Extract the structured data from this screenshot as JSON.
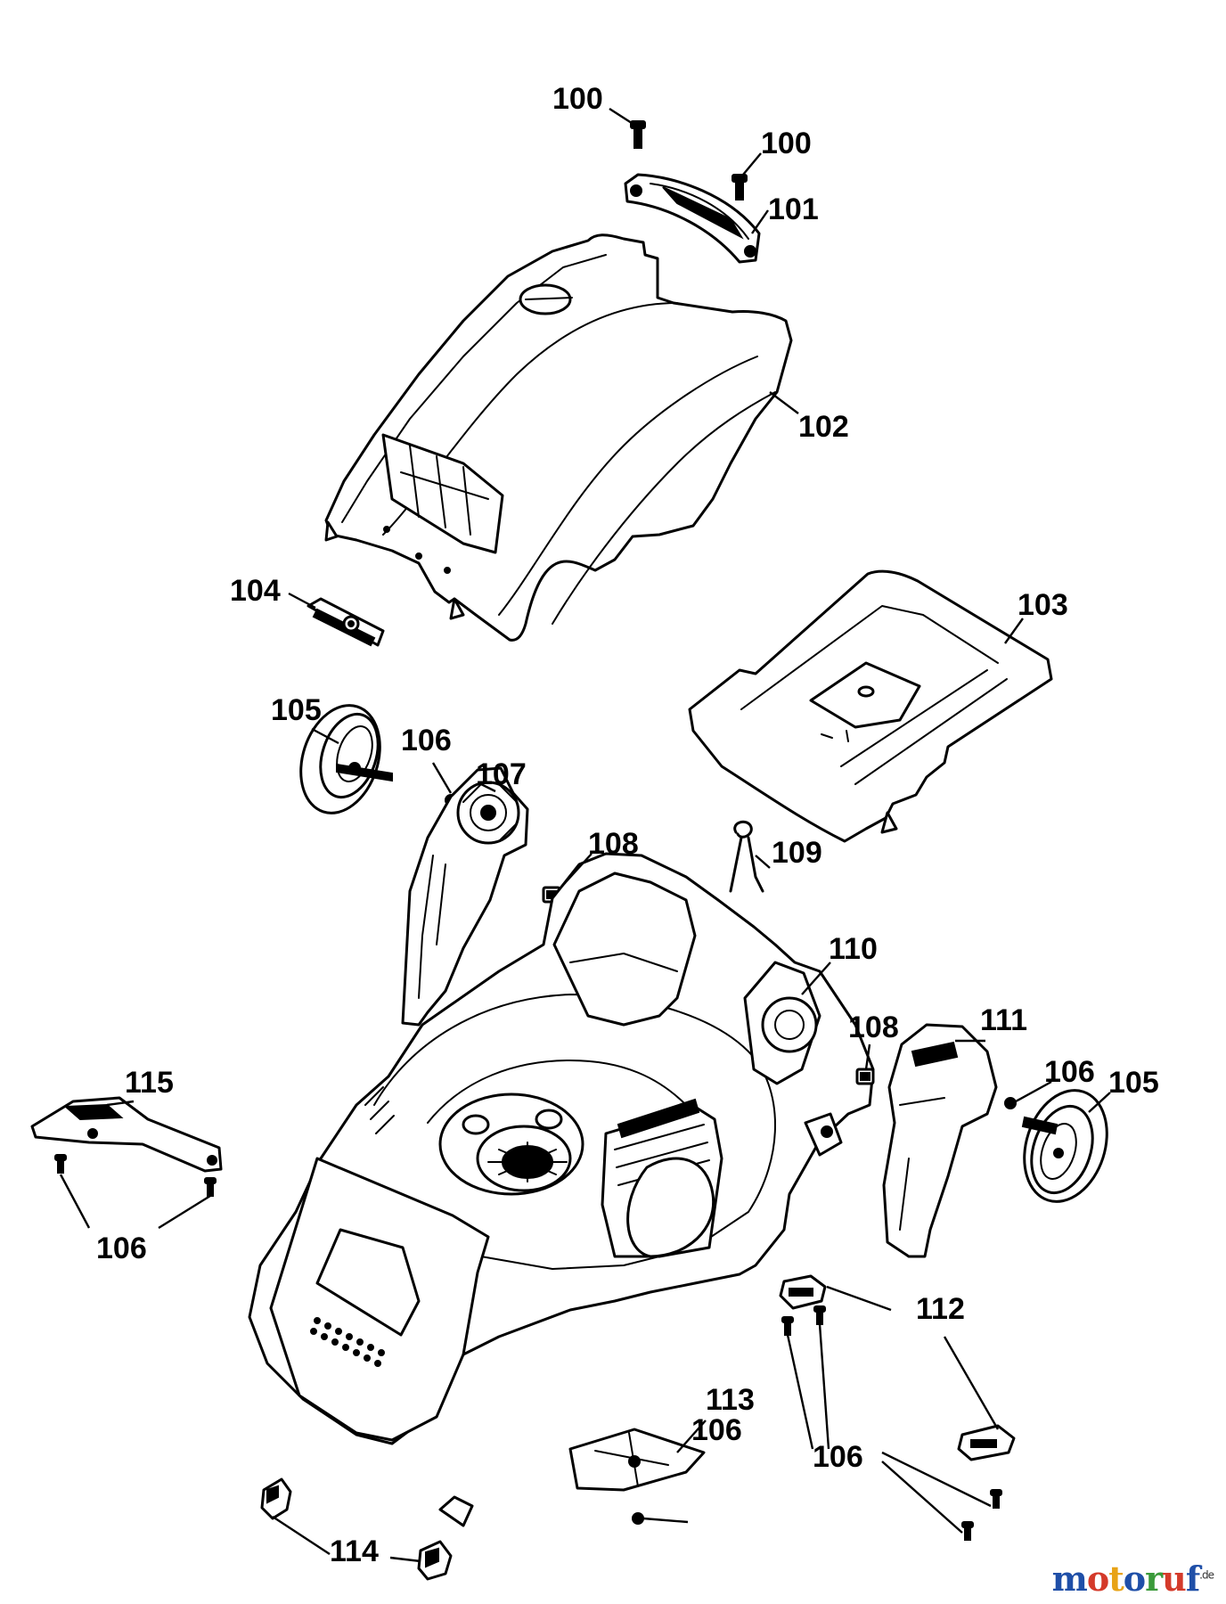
{
  "labels": {
    "l100a": "100",
    "l100b": "100",
    "l101": "101",
    "l102": "102",
    "l103": "103",
    "l104": "104",
    "l105a": "105",
    "l105b": "105",
    "l106a": "106",
    "l106b": "106",
    "l106c": "106",
    "l106d": "106",
    "l106e": "106",
    "l107": "107",
    "l108a": "108",
    "l108b": "108",
    "l109": "109",
    "l110": "110",
    "l111": "111",
    "l112": "112",
    "l113": "113",
    "l114": "114",
    "l115": "115"
  },
  "watermark": {
    "parts": [
      "m",
      "o",
      "t",
      "o",
      "r",
      "u",
      "f"
    ],
    "suffix": ".de",
    "colors": [
      "#1f4fa8",
      "#d43a2a",
      "#e8a317",
      "#1f4fa8",
      "#3a9a3a",
      "#d43a2a",
      "#1f4fa8"
    ]
  }
}
